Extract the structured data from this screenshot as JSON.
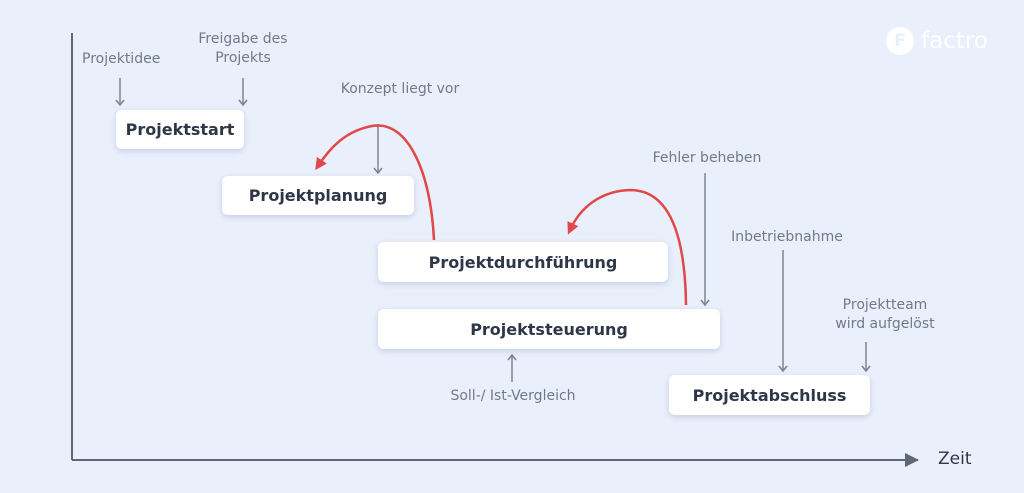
{
  "logo": {
    "mark": "F",
    "text": "factro"
  },
  "axis": {
    "x_label": "Zeit"
  },
  "phases": [
    "Projektstart",
    "Projektplanung",
    "Projektdurchführung",
    "Projektsteuerung",
    "Projektabschluss"
  ],
  "notes": {
    "projektidee": "Projektidee",
    "freigabe": [
      "Freigabe des",
      "Projekts"
    ],
    "konzept": "Konzept liegt vor",
    "fehler": "Fehler beheben",
    "inbetriebnahme": "Inbetriebnahme",
    "projektteam": [
      "Projektteam",
      "wird aufgelöst"
    ],
    "soll_ist": "Soll-/ Ist-Vergleich"
  },
  "colors": {
    "background": "#e9effb",
    "axis": "#5f6675",
    "arrow_gray": "#7c8594",
    "arrow_red": "#e0484a",
    "box": "#ffffff"
  }
}
